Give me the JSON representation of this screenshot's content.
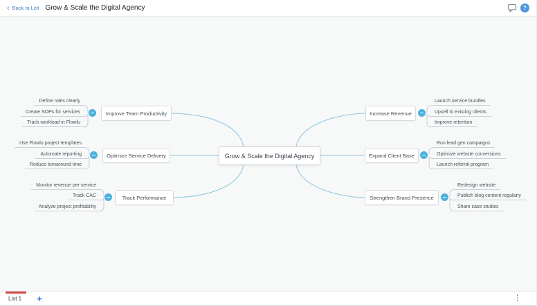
{
  "header": {
    "back_label": "Back to List",
    "back_chevron": "‹",
    "title": "Grow & Scale the Digital Agency",
    "help_glyph": "?"
  },
  "mindmap": {
    "root": {
      "label": "Grow & Scale the Digital Agency"
    },
    "branches": [
      {
        "label": "Improve Team Productivity",
        "side": "left",
        "children": [
          "Define roles clearly",
          "Create SOPs for services",
          "Track workload in Flowlu"
        ]
      },
      {
        "label": "Optimize Service Delivery",
        "side": "left",
        "children": [
          "Use Flowlu project templates",
          "Automate reporting",
          "Reduce turnaround time"
        ]
      },
      {
        "label": "Track Performance",
        "side": "left",
        "children": [
          "Monitor revenue per service",
          "Track CAC",
          "Analyze project profitability"
        ]
      },
      {
        "label": "Increase Revenue",
        "side": "right",
        "children": [
          "Launch service bundles",
          "Upsell to existing clients",
          "Improve retention"
        ]
      },
      {
        "label": "Expand Client Base",
        "side": "right",
        "children": [
          "Run lead gen campaigns",
          "Optimize website conversions",
          "Launch referral program"
        ]
      },
      {
        "label": "Strengthen Brand Presence",
        "side": "right",
        "children": [
          "Redesign website",
          "Publish blog content regularly",
          "Share case studies"
        ]
      }
    ]
  },
  "footer": {
    "tab_label": "List 1",
    "add_label": "+",
    "menu_glyph": "⋮"
  },
  "colors": {
    "canvas_bg": "#f7f8f8",
    "link_blue": "#3b7cc0",
    "collapse_button_blue": "#4cb2dd",
    "connector_blue": "#8dc6e2",
    "connector_gray": "#c8ccd2",
    "tab_indicator_red": "#cb4b43",
    "add_button_blue": "#3a70d6",
    "help_icon_blue": "#4e96dc"
  }
}
